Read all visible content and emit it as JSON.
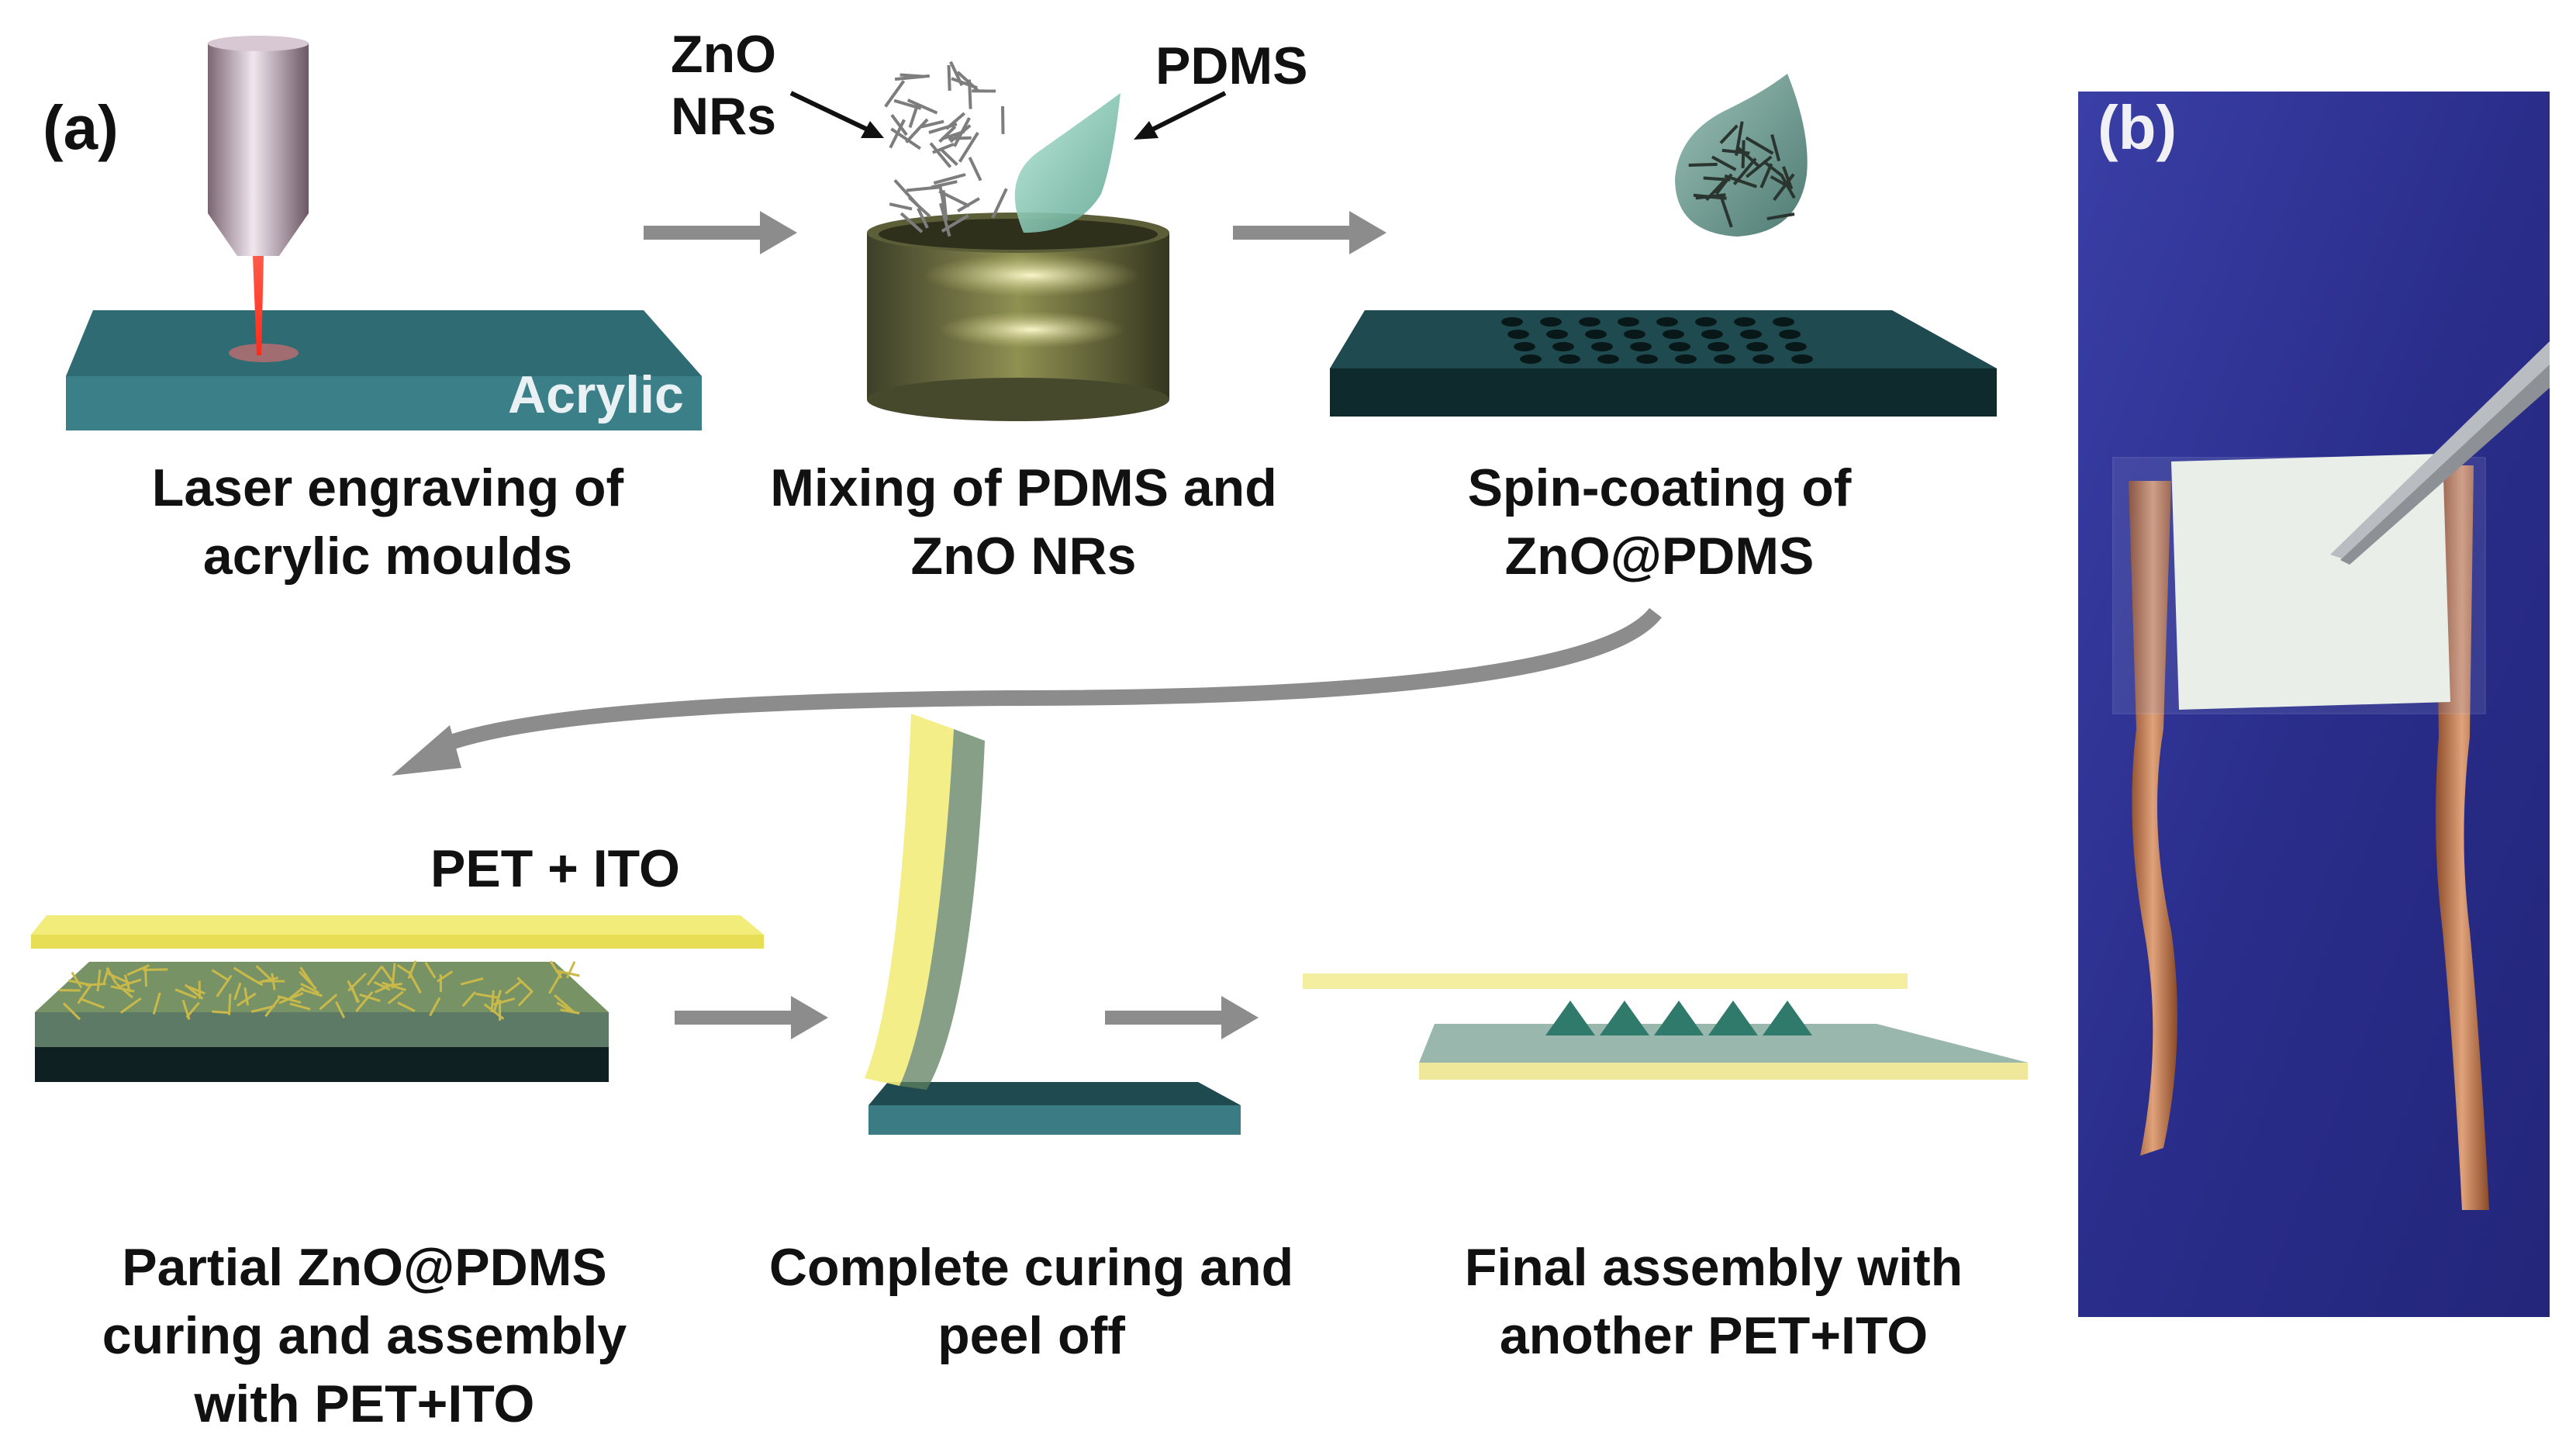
{
  "panel_a": {
    "label": "(a)",
    "steps": [
      {
        "caption": [
          "Laser engraving of",
          "acrylic moulds"
        ]
      },
      {
        "caption": [
          "Mixing of PDMS and",
          "ZnO NRs"
        ]
      },
      {
        "caption": [
          "Spin-coating of",
          "ZnO@PDMS"
        ]
      },
      {
        "caption": [
          "Partial ZnO@PDMS",
          "curing and assembly",
          "with PET+ITO"
        ]
      },
      {
        "caption": [
          "Complete curing and",
          "peel off"
        ]
      },
      {
        "caption": [
          "Final assembly with",
          "another PET+ITO"
        ]
      }
    ],
    "annotations": {
      "acrylic": "Acrylic",
      "zno_nrs": [
        "ZnO",
        "NRs"
      ],
      "pdms": "PDMS",
      "pet_ito": "PET + ITO"
    }
  },
  "panel_b": {
    "label": "(b)"
  },
  "colors": {
    "text": "#111111",
    "arrow": "#8c8c8c",
    "acrylic_teal": "#2f6b72",
    "acrylic_dark": "#0f2a2c",
    "pet_yellow": "#f2ec7a",
    "photo_bg": "#2b2f8f",
    "copper": "#b86a3c"
  }
}
